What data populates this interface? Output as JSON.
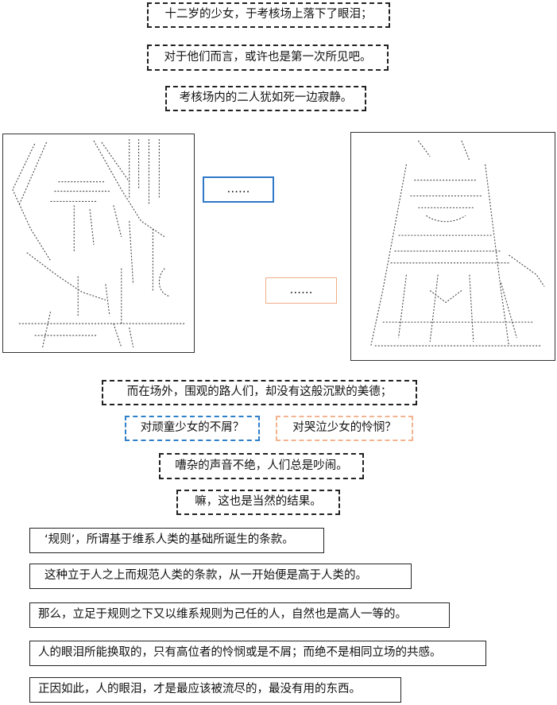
{
  "intro": [
    "十二岁的少女，于考核场上落下了眼泪；",
    "对于他们而言，或许也是第一次所见吧。",
    "考核场内的二人犹如死一边寂静。"
  ],
  "panel": {
    "blue_dots": "……",
    "orange_dots": "……"
  },
  "crowd": {
    "line1": "而在场外，围观的路人们，却没有这般沉默的美德；",
    "blue_question": "对顽童少女的不屑？",
    "orange_question": "对哭泣少女的怜悯？",
    "line2": "嘈杂的声音不绝，人们总是吵闹。",
    "line3": "嘛，这也是当然的结果。"
  },
  "rules": [
    "‘规则’，所谓基于维系人类的基础所诞生的条款。",
    "这种立于人之上而规范人类的条款，从一开始便是高于人类的。",
    "那么，立足于规则之下又以维系规则为己任的人，自然也是高人一等的。",
    "人的眼泪所能换取的，只有高位者的怜悯或是不屑；而绝不是相同立场的共感。",
    "正因如此，人的眼泪，才是最应该被流尽的，最没有用的东西。"
  ],
  "colors": {
    "blue": "#2e78c7",
    "orange": "#f2ad87",
    "ink": "#222222"
  }
}
